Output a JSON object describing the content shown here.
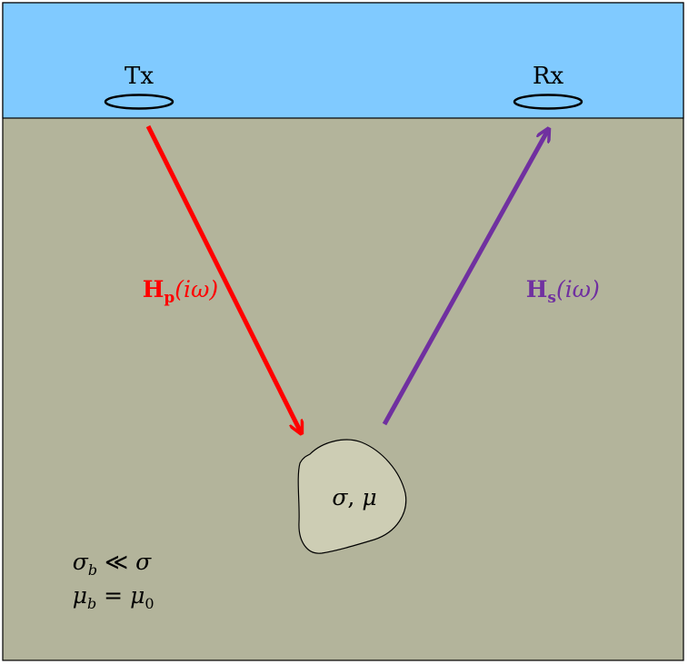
{
  "colors": {
    "sky": "#80caff",
    "ground": "#b3b49b",
    "target_fill": "#cdcdb4",
    "primary_field": "#ff0000",
    "secondary_field": "#7030a0",
    "outline": "#000000"
  },
  "transmitter": {
    "label": "Tx"
  },
  "receiver": {
    "label": "Rx"
  },
  "primary_field": {
    "symbol": "H",
    "subscript": "p",
    "argument": "(iω)"
  },
  "secondary_field": {
    "symbol": "H",
    "subscript": "s",
    "argument": "(iω)"
  },
  "target": {
    "sigma": "σ",
    "separator": ", ",
    "mu": "μ"
  },
  "background_properties": {
    "line1": {
      "var": "σ",
      "sub": "b",
      "op": " ≪ ",
      "rhs": "σ"
    },
    "line2": {
      "var": "μ",
      "sub": "b",
      "op": " = ",
      "rhs": "μ",
      "rhs_sub": "0"
    }
  }
}
